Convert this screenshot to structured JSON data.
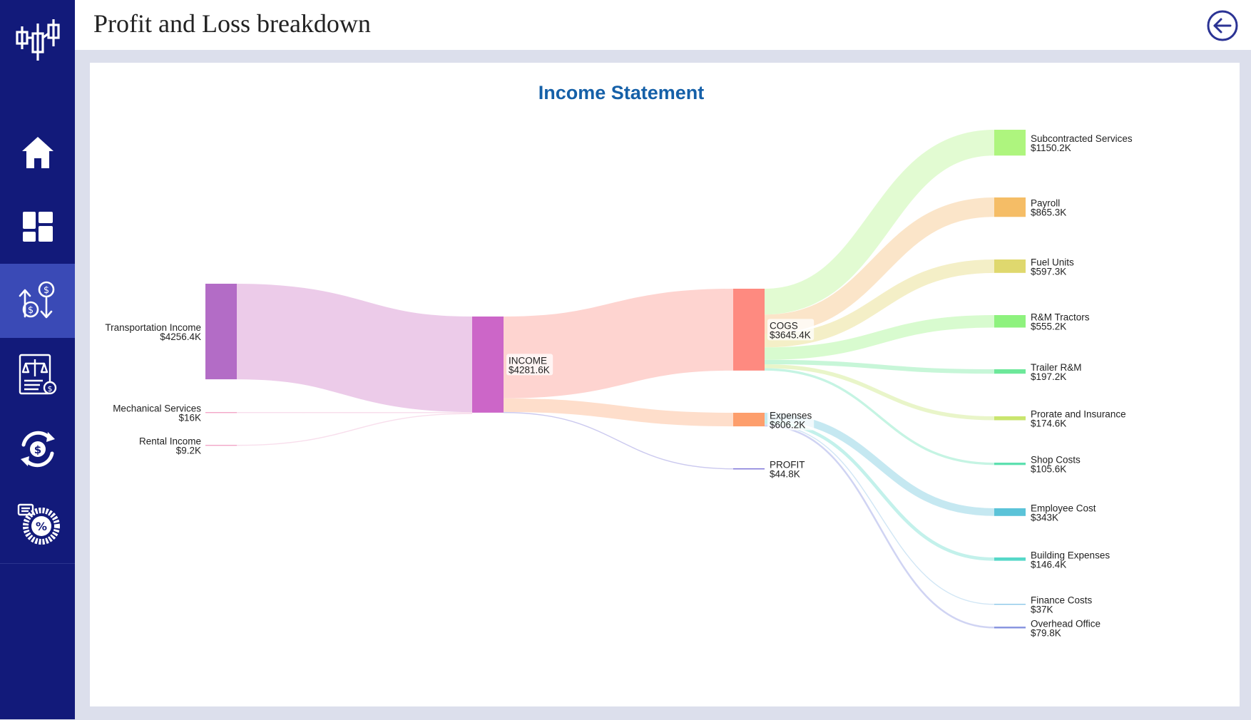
{
  "header": {
    "title": "Profit and Loss breakdown"
  },
  "sidebar": {
    "logo_icon": "candlestick-chart-icon",
    "items": [
      {
        "icon": "home-icon",
        "active": false
      },
      {
        "icon": "dashboard-icon",
        "active": false
      },
      {
        "icon": "money-flow-icon",
        "active": true
      },
      {
        "icon": "balance-sheet-icon",
        "active": false
      },
      {
        "icon": "cashflow-cycle-icon",
        "active": false
      },
      {
        "icon": "percentage-chart-icon",
        "active": false
      }
    ]
  },
  "colors": {
    "sidebar": "#121a7a",
    "sidebar_active": "#3a4ab6",
    "title_blue": "#1560a8",
    "background": "#dcdfec"
  },
  "chart_data": {
    "type": "sankey",
    "title": "Income Statement",
    "nodes": [
      {
        "id": "transport",
        "label": "Transportation Income",
        "value_label": "$4256.4K",
        "value": 4256.4,
        "color": "#b36cc6",
        "column": 0
      },
      {
        "id": "mech",
        "label": "Mechanical Services",
        "value_label": "$16K",
        "value": 16,
        "color": "#f2a6c8",
        "column": 0
      },
      {
        "id": "rental",
        "label": "Rental Income",
        "value_label": "$9.2K",
        "value": 9.2,
        "color": "#f2a6c8",
        "column": 0
      },
      {
        "id": "income",
        "label": "INCOME",
        "value_label": "$4281.6K",
        "value": 4281.6,
        "color": "#cc66c8",
        "column": 1
      },
      {
        "id": "cogs",
        "label": "COGS",
        "value_label": "$3645.4K",
        "value": 3645.4,
        "color": "#fe8a80",
        "column": 2
      },
      {
        "id": "expenses",
        "label": "Expenses",
        "value_label": "$606.2K",
        "value": 606.2,
        "color": "#fd9e6c",
        "column": 2
      },
      {
        "id": "profit",
        "label": "PROFIT",
        "value_label": "$44.8K",
        "value": 44.8,
        "color": "#7a72d8",
        "column": 2
      },
      {
        "id": "subc",
        "label": "Subcontracted Services",
        "value_label": "$1150.2K",
        "value": 1150.2,
        "color": "#aef57e",
        "column": 3
      },
      {
        "id": "payroll",
        "label": "Payroll",
        "value_label": "$865.3K",
        "value": 865.3,
        "color": "#f5bd66",
        "column": 3
      },
      {
        "id": "fuel",
        "label": "Fuel Units",
        "value_label": "$597.3K",
        "value": 597.3,
        "color": "#dfd86e",
        "column": 3
      },
      {
        "id": "rmt",
        "label": "R&M Tractors",
        "value_label": "$555.2K",
        "value": 555.2,
        "color": "#8ef27e",
        "column": 3
      },
      {
        "id": "trailer",
        "label": "Trailer R&M",
        "value_label": "$197.2K",
        "value": 197.2,
        "color": "#6de89a",
        "column": 3
      },
      {
        "id": "prorate",
        "label": "Prorate and Insurance",
        "value_label": "$174.6K",
        "value": 174.6,
        "color": "#c9e56e",
        "column": 3
      },
      {
        "id": "shop",
        "label": "Shop Costs",
        "value_label": "$105.6K",
        "value": 105.6,
        "color": "#5ee0b0",
        "column": 3
      },
      {
        "id": "employee",
        "label": "Employee Cost",
        "value_label": "$343K",
        "value": 343,
        "color": "#5bc3d8",
        "column": 3
      },
      {
        "id": "building",
        "label": "Building Expenses",
        "value_label": "$146.4K",
        "value": 146.4,
        "color": "#56d8c8",
        "column": 3
      },
      {
        "id": "finance",
        "label": "Finance Costs",
        "value_label": "$37K",
        "value": 37,
        "color": "#8cc8e8",
        "column": 3
      },
      {
        "id": "overhead",
        "label": "Overhead Office",
        "value_label": "$79.8K",
        "value": 79.8,
        "color": "#8a96e0",
        "column": 3
      }
    ],
    "links": [
      {
        "source": "transport",
        "target": "income",
        "value": 4256.4,
        "color": "#ebc8e8"
      },
      {
        "source": "mech",
        "target": "income",
        "value": 16,
        "color": "#f8dceb"
      },
      {
        "source": "rental",
        "target": "income",
        "value": 9.2,
        "color": "#f8dceb"
      },
      {
        "source": "income",
        "target": "cogs",
        "value": 3645.4,
        "color": "#fed2ce"
      },
      {
        "source": "income",
        "target": "expenses",
        "value": 606.2,
        "color": "#fedcc8"
      },
      {
        "source": "income",
        "target": "profit",
        "value": 44.8,
        "color": "#c8c6ee"
      },
      {
        "source": "cogs",
        "target": "subc",
        "value": 1150.2,
        "color": "#e0fbd0"
      },
      {
        "source": "cogs",
        "target": "payroll",
        "value": 865.3,
        "color": "#fbe4c6"
      },
      {
        "source": "cogs",
        "target": "fuel",
        "value": 597.3,
        "color": "#f3eec4"
      },
      {
        "source": "cogs",
        "target": "rmt",
        "value": 555.2,
        "color": "#d6fbcc"
      },
      {
        "source": "cogs",
        "target": "trailer",
        "value": 197.2,
        "color": "#c4f5d6"
      },
      {
        "source": "cogs",
        "target": "prorate",
        "value": 174.6,
        "color": "#e8f4c6"
      },
      {
        "source": "cogs",
        "target": "shop",
        "value": 105.6,
        "color": "#c2f3e2"
      },
      {
        "source": "expenses",
        "target": "employee",
        "value": 343,
        "color": "#c2e7f0"
      },
      {
        "source": "expenses",
        "target": "building",
        "value": 146.4,
        "color": "#c0f0ea"
      },
      {
        "source": "expenses",
        "target": "finance",
        "value": 37,
        "color": "#cfe5f4"
      },
      {
        "source": "expenses",
        "target": "overhead",
        "value": 79.8,
        "color": "#cdd2f2"
      }
    ]
  }
}
